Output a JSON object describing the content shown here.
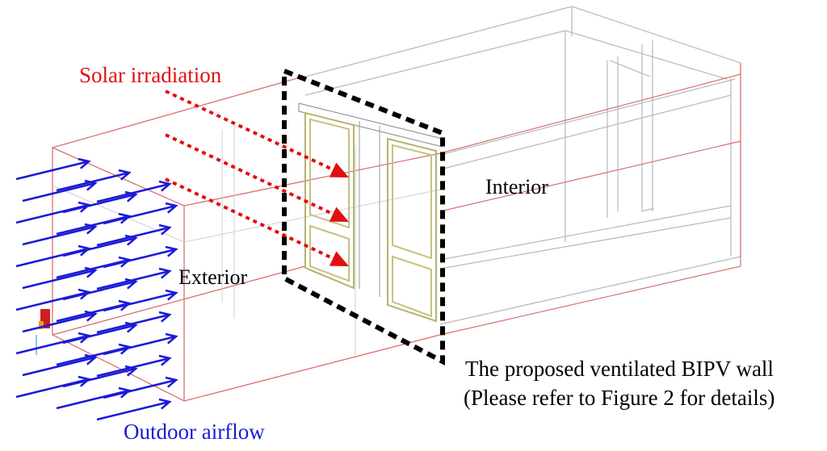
{
  "labels": {
    "solar_irradiation": "Solar irradiation",
    "interior": "Interior",
    "exterior": "Exterior",
    "wall_line1": "The proposed ventilated BIPV wall",
    "wall_line2": "(Please refer to Figure 2 for details)",
    "outdoor_airflow": "Outdoor airflow"
  },
  "colors": {
    "solar": "#e01010",
    "airflow": "#1a1ad8",
    "box_outline": "#d87070",
    "room_outline": "#b0b0b0",
    "frame": "#000000",
    "panel": "#c8c080"
  }
}
